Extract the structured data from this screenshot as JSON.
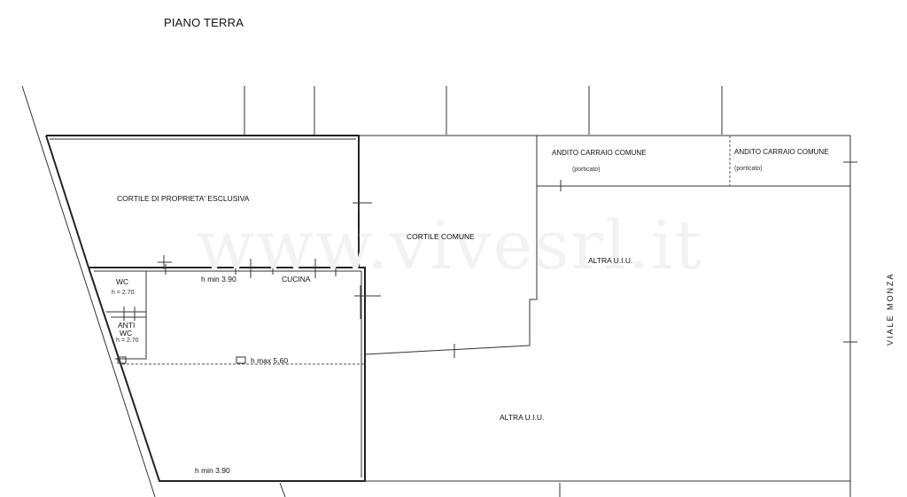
{
  "title": "PIANO TERRA",
  "watermark": "www.vivesrl.it",
  "street": "VIALE MONZA",
  "labels": {
    "cortile_esclusiva": "CORTILE DI PROPRIETA' ESCLUSIVA",
    "cortile_comune": "CORTILE COMUNE",
    "andito1": "ANDITO CARRAIO COMUNE",
    "porticato1": "(porticato)",
    "andito2": "ANDITO CARRAIO COMUNE",
    "porticato2": "(porticato)",
    "altra_uiu_top": "ALTRA U.I.U.",
    "altra_uiu_bottom": "ALTRA U.I.U.",
    "wc": "WC",
    "wc_h": "h = 2.70",
    "anti": "ANTI",
    "anti_wc": "WC",
    "anti_h": "h = 2.70",
    "h_min_top": "h min 3.90",
    "cucina": "CUCINA",
    "h_max": "h max 5.60",
    "h_min_bottom": "h min 3.90"
  }
}
